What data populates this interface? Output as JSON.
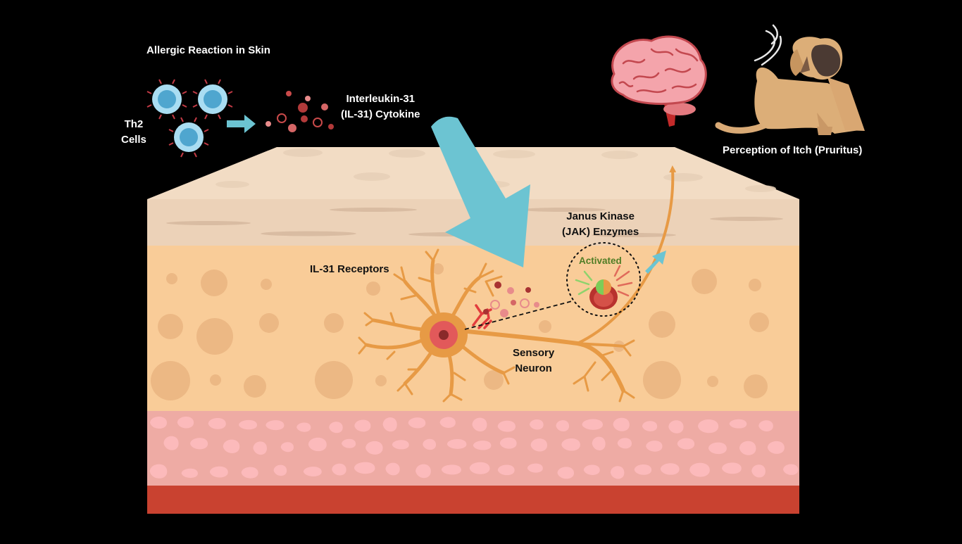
{
  "title": "Allergic Reaction in Skin",
  "th2_label": [
    "Th2",
    "Cells"
  ],
  "cytokine_label": [
    "Interleukin-31",
    "(IL-31) Cytokine"
  ],
  "itch_label": "Perception of Itch (Pruritus)",
  "jak_label": [
    "Janus Kinase",
    "(JAK) Enzymes"
  ],
  "jak_state": "Activated",
  "receptor_label": "IL-31 Receptors",
  "neuron_label": [
    "Sensory",
    "Neuron"
  ],
  "colors": {
    "background": "#000000",
    "skin_top": "#f2dcc4",
    "epidermis": "#ecd2b8",
    "dermis": "#f9cc98",
    "subcutis": "#eeaba4",
    "muscle": "#c94230",
    "neuron": "#e79a45",
    "arrow": "#6cc4d2",
    "activated": "#4f7d25"
  },
  "icons": [
    "th2-cell-icon",
    "brain-icon",
    "scratching-dog-icon",
    "neuron-icon",
    "il31-receptor-icon",
    "jak-enzyme-icon"
  ]
}
